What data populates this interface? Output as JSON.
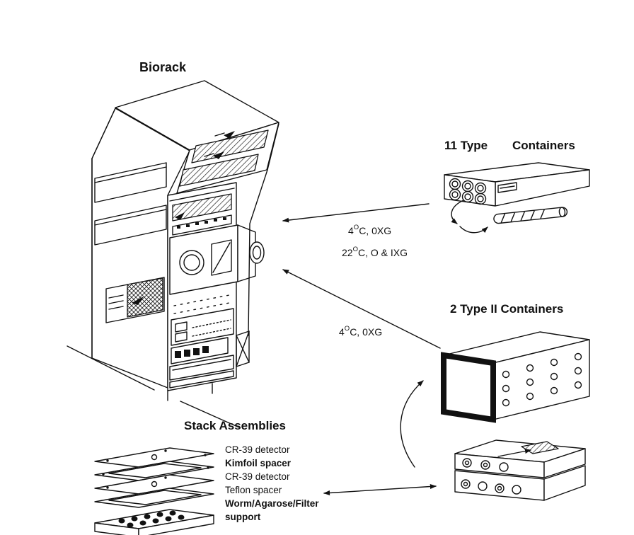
{
  "page": {
    "background": "#ffffff",
    "ink": "#111111"
  },
  "labels": {
    "biorack": "Biorack",
    "type1_count": "11 Type",
    "type1_word": "Containers",
    "type2": "2 Type II Containers",
    "stack": "Stack Assemblies"
  },
  "conditions": {
    "route1_line1": {
      "base": "4",
      "sup": "O",
      "rest": "C, 0XG"
    },
    "route1_line2": {
      "base": "22",
      "sup": "O",
      "rest": "C, O & IXG"
    },
    "route2": {
      "base": "4",
      "sup": "O",
      "rest": "C, 0XG"
    }
  },
  "stack_layers": [
    "CR-39 detector",
    "Kimfoil spacer",
    "CR-39 detector",
    "Teflon spacer",
    "Worm/Agarose/Filter",
    "support"
  ]
}
